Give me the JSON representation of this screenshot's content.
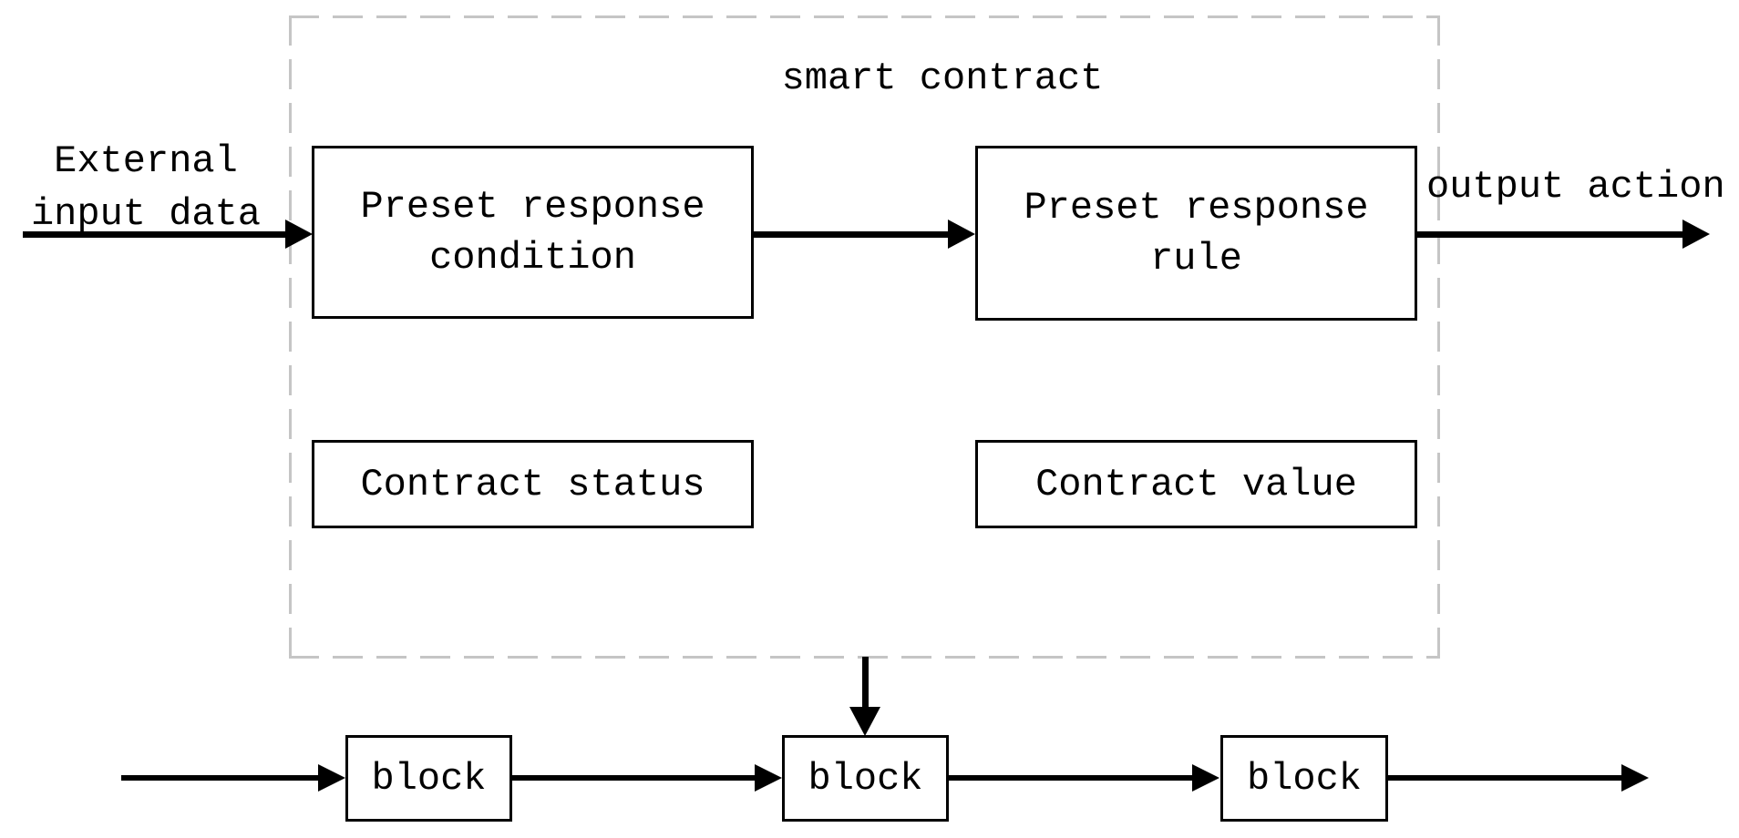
{
  "diagram": {
    "title": "smart contract",
    "external_input": {
      "line1": "External",
      "line2": "input data"
    },
    "output_label": "output action",
    "smart_contract_boxes": {
      "condition": "Preset response condition",
      "rule": "Preset response rule",
      "status": "Contract status",
      "value": "Contract value"
    },
    "blocks": [
      "block",
      "block",
      "block"
    ],
    "colors": {
      "line": "#000000",
      "boundary_dash": "#c5c5c5",
      "background": "#ffffff",
      "text": "#000000"
    }
  }
}
